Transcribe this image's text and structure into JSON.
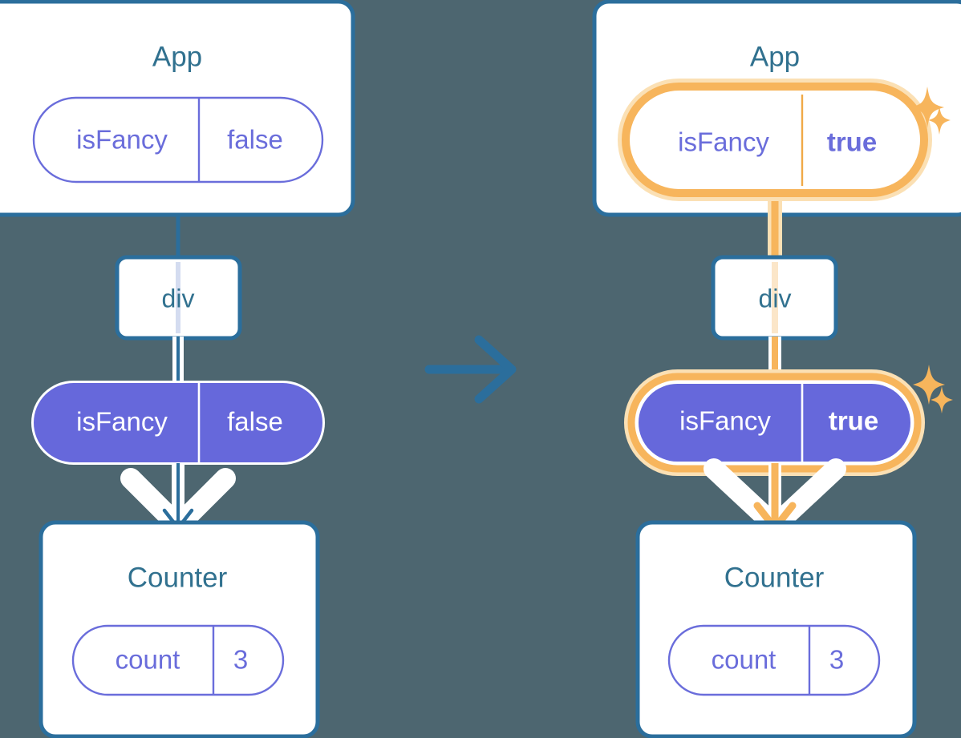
{
  "meta": {
    "background_color": "#4d6670",
    "accent_blue": "#2b6e9c",
    "title_blue": "#31718f",
    "purple": "#6a6ddb",
    "purple_fill": "#6668db",
    "highlight_orange": "#f7b55c",
    "highlight_glow": "#fbe0b4",
    "white": "#ffffff"
  },
  "panels": [
    {
      "id": "before",
      "app": {
        "title": "App",
        "state_pill": {
          "name": "isFancy",
          "value": "false",
          "style": "outline",
          "highlighted": false,
          "bold_value": false
        }
      },
      "div": {
        "label": "div"
      },
      "prop_pill": {
        "name": "isFancy",
        "value": "false",
        "style": "solid",
        "highlighted": false,
        "bold_value": false
      },
      "counter": {
        "title": "Counter",
        "state_pill": {
          "name": "count",
          "value": "3",
          "style": "outline",
          "highlighted": false,
          "bold_value": false
        }
      },
      "sparkles": []
    },
    {
      "id": "after",
      "app": {
        "title": "App",
        "state_pill": {
          "name": "isFancy",
          "value": "true",
          "style": "outline",
          "highlighted": true,
          "bold_value": true
        }
      },
      "div": {
        "label": "div"
      },
      "prop_pill": {
        "name": "isFancy",
        "value": "true",
        "style": "solid",
        "highlighted": true,
        "bold_value": true
      },
      "counter": {
        "title": "Counter",
        "state_pill": {
          "name": "count",
          "value": "3",
          "style": "outline",
          "highlighted": false,
          "bold_value": false
        }
      },
      "sparkles": [
        {
          "near": "app-state-pill",
          "size": "large"
        },
        {
          "near": "app-state-pill",
          "size": "small"
        },
        {
          "near": "prop-pill",
          "size": "large"
        },
        {
          "near": "prop-pill",
          "size": "small"
        }
      ]
    }
  ],
  "transition": {
    "icon": "arrow-right-icon",
    "color": "#2b6e9c"
  }
}
